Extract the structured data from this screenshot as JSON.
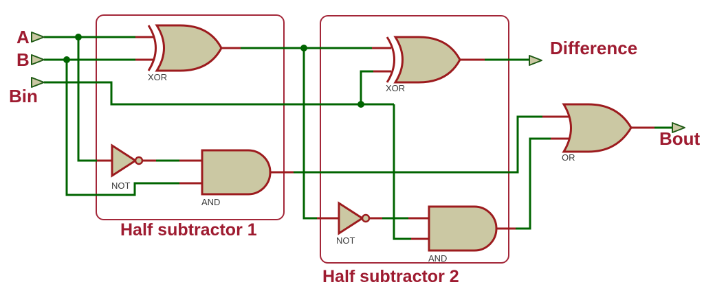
{
  "circuit": {
    "inputs": [
      {
        "label": "A"
      },
      {
        "label": "B"
      },
      {
        "label": "Bin"
      }
    ],
    "outputs": [
      {
        "label": "Difference"
      },
      {
        "label": "Bout"
      }
    ],
    "blocks": [
      {
        "label": "Half subtractor 1"
      },
      {
        "label": "Half subtractor 2"
      }
    ],
    "gates": {
      "xor1": "XOR",
      "xor2": "XOR",
      "not1": "NOT",
      "not2": "NOT",
      "and1": "AND",
      "and2": "AND",
      "or1": "OR"
    },
    "colors": {
      "wire_green": "#006400",
      "component_red": "#9C1B1E",
      "label_red": "#9E1B30",
      "gate_fill": "#CBC8A3",
      "gate_text_gray": "#3A3A3A",
      "background": "#FFFFFF"
    }
  }
}
